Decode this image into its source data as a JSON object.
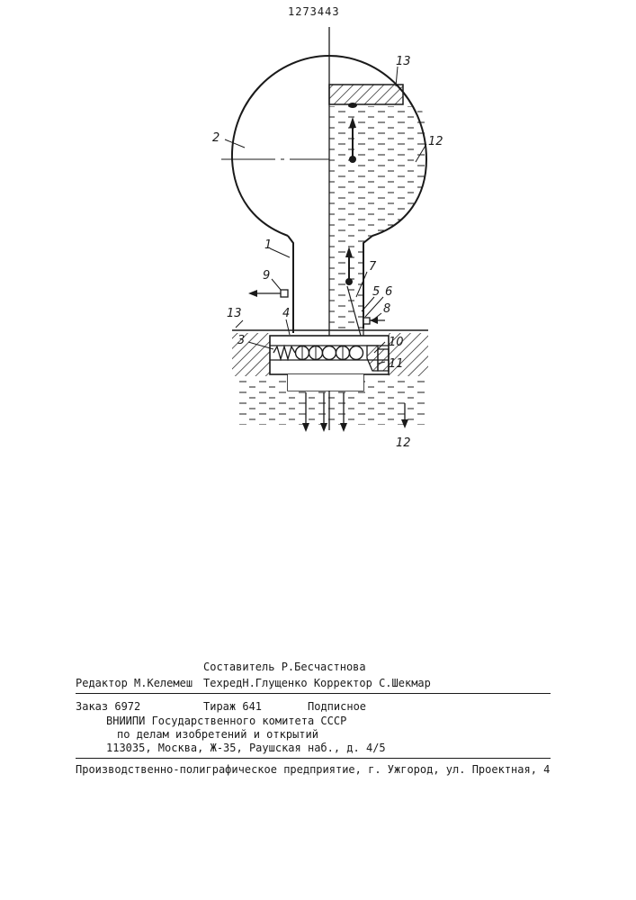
{
  "patent_number": "1273443",
  "figure": {
    "labels": {
      "l1": "1",
      "l2": "2",
      "l3": "3",
      "l4": "4",
      "l5": "5",
      "l6": "6",
      "l7": "7",
      "l8": "8",
      "l9": "9",
      "l10": "10",
      "l11": "11",
      "l12_top": "12",
      "l12_bottom": "12",
      "l13_top": "13",
      "l13_left": "13"
    }
  },
  "imprint": {
    "compiler": "Составитель Р.Бесчастнова",
    "editor": "Редактор М.Келемеш",
    "tech_corrector": "ТехредН.Глущенко Корректор С.Шекмар",
    "order": "Заказ 6972",
    "circulation": "Тираж 641",
    "subscription": "Подписное",
    "org_line1": "ВНИИПИ Государственного комитета СССР",
    "org_line2": "по делам изобретений и открытий",
    "org_address": "113035, Москва, Ж-35, Раушская наб., д. 4/5",
    "printer": "Производственно-полиграфическое предприятие, г. Ужгород, ул. Проектная, 4"
  }
}
